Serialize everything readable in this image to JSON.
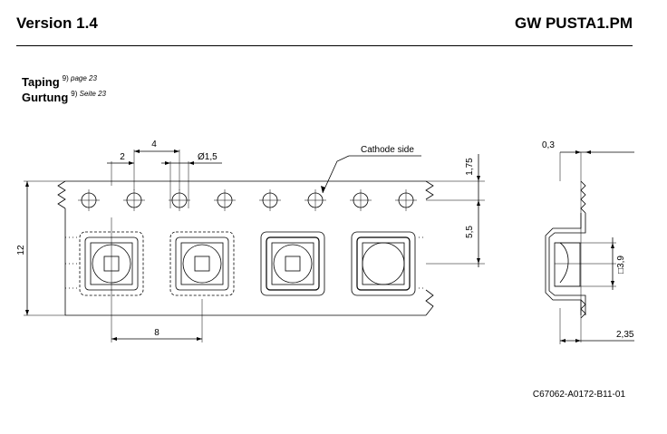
{
  "header": {
    "version": "Version 1.4",
    "product": "GW PUSTA1.PM"
  },
  "section": {
    "title_en": "Taping",
    "ref_num_en": "9)",
    "ref_page_en": "page 23",
    "title_de": "Gurtung",
    "ref_num_de": "9)",
    "ref_page_de": "Seite 23"
  },
  "dimensions": {
    "pitch_holes": "4",
    "hole_offset": "2",
    "hole_diameter": "Ø1,5",
    "edge_to_holes": "1,75",
    "holes_to_center": "5,5",
    "tape_width": "12",
    "pocket_pitch": "8",
    "tape_thickness": "0,3",
    "pocket_size": "□3,9",
    "pocket_depth": "2,35"
  },
  "labels": {
    "cathode_side": "Cathode side"
  },
  "footer": {
    "document_id": "C67062-A0172-B11-01"
  }
}
